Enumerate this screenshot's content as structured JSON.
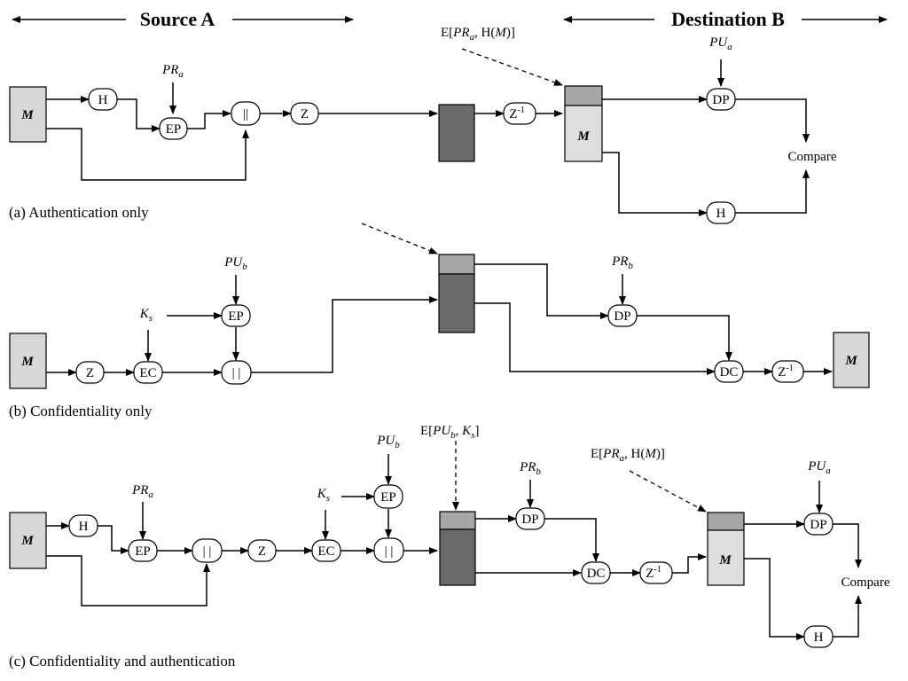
{
  "header": {
    "source": "Source A",
    "destination": "Destination B"
  },
  "captions": {
    "a": "(a) Authentication only",
    "b": "(b) Confidentiality only",
    "c": "(c) Confidentiality and authentication"
  },
  "nodes": {
    "H": "H",
    "EP": "EP",
    "DP": "DP",
    "EC": "EC",
    "DC": "DC",
    "concat_a": "||",
    "concat": "| |",
    "Z": "Z",
    "Zinv": "Z",
    "Zinv_sup": "-1",
    "compare": "Compare"
  },
  "blocks": {
    "M": "M"
  },
  "keys": {
    "PR": "PR",
    "PU": "PU",
    "K": "K",
    "sub_a": "a",
    "sub_b": "b",
    "sub_s": "s"
  },
  "annotations": {
    "open": "E[",
    "close": "]",
    "sep": ", ",
    "hash_open": "H(",
    "hash_close": ")"
  },
  "colors": {
    "line": "#000000",
    "message_fill": "#d8d8d8",
    "header_fill": "#a6a6a6",
    "dark_fill": "#6a6a6a",
    "dest_msg_fill": "#dedede",
    "node_fill": "#ffffff"
  }
}
